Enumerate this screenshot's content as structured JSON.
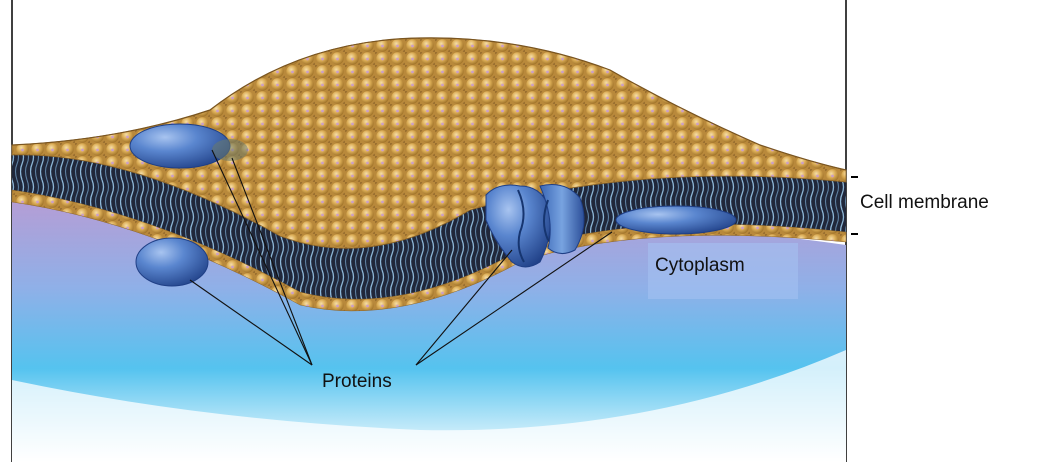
{
  "labels": {
    "cell_membrane": "Cell membrane",
    "cytoplasm": "Cytoplasm",
    "proteins": "Proteins"
  },
  "colors": {
    "lipid_head": "#d9a84a",
    "lipid_head_highlight": "#f1d596",
    "tail_dark": "#2a2f3f",
    "tail_blue": "#8db6d6",
    "protein_blue": "#4f7fc8",
    "cytoplasm_purple": "#b79cd4",
    "cytoplasm_cyan": "#55c3ef",
    "frame": "#000000"
  }
}
